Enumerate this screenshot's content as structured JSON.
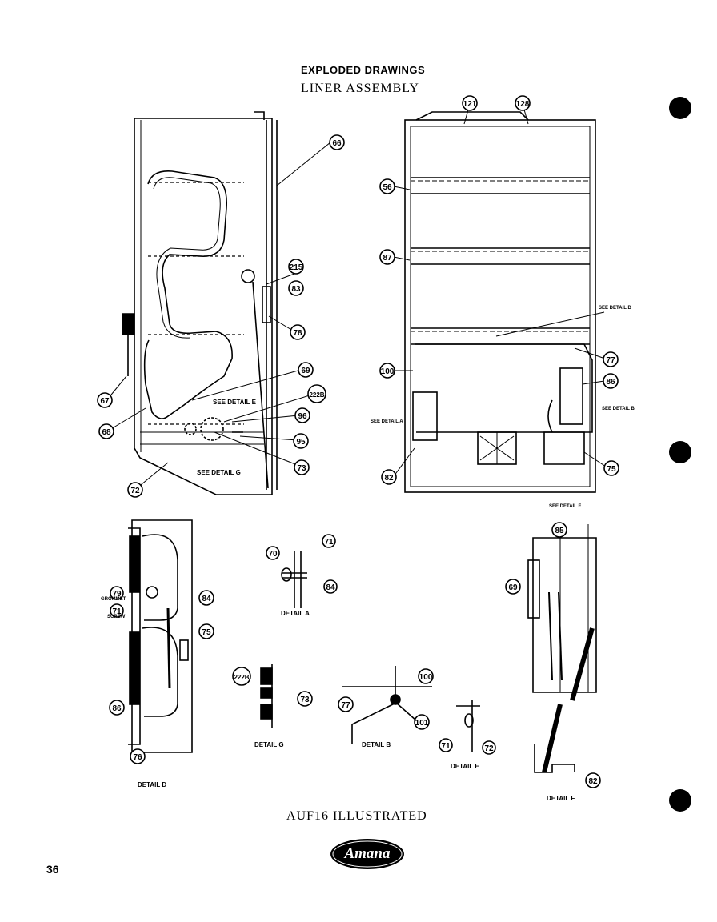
{
  "header": {
    "line1": "EXPLODED DRAWINGS",
    "line2": "LINER ASSEMBLY"
  },
  "footer": {
    "caption": "AUF16 ILLUSTRATED",
    "page_number": "36",
    "logo_text": "Amana"
  },
  "callouts": {
    "side": [
      "66",
      "215",
      "83",
      "78",
      "67",
      "69",
      "68",
      "222B",
      "96",
      "95",
      "73",
      "72"
    ],
    "front": [
      "121",
      "128",
      "56",
      "87",
      "77",
      "100",
      "86",
      "82",
      "75"
    ],
    "detail_d": [
      "79",
      "71",
      "84",
      "75",
      "86",
      "76"
    ],
    "detail_a": [
      "70",
      "71",
      "84"
    ],
    "detail_g": [
      "222B",
      "73"
    ],
    "detail_b": [
      "100",
      "77",
      "101"
    ],
    "detail_e": [
      "71",
      "72"
    ],
    "detail_f": [
      "85",
      "69",
      "82"
    ]
  },
  "notes": {
    "see_detail_e": "SEE DETAIL E",
    "see_detail_g": "SEE DETAIL G",
    "see_detail_a": "SEE DETAIL A",
    "see_detail_b": "SEE DETAIL B",
    "see_detail_d": "SEE DETAIL D",
    "see_detail_f": "SEE DETAIL F",
    "grommet": "GROMMET",
    "screw": "SCREW",
    "detail_a": "DETAIL A",
    "detail_b": "DETAIL B",
    "detail_d": "DETAIL D",
    "detail_e": "DETAIL E",
    "detail_f": "DETAIL F",
    "detail_g": "DETAIL G"
  }
}
